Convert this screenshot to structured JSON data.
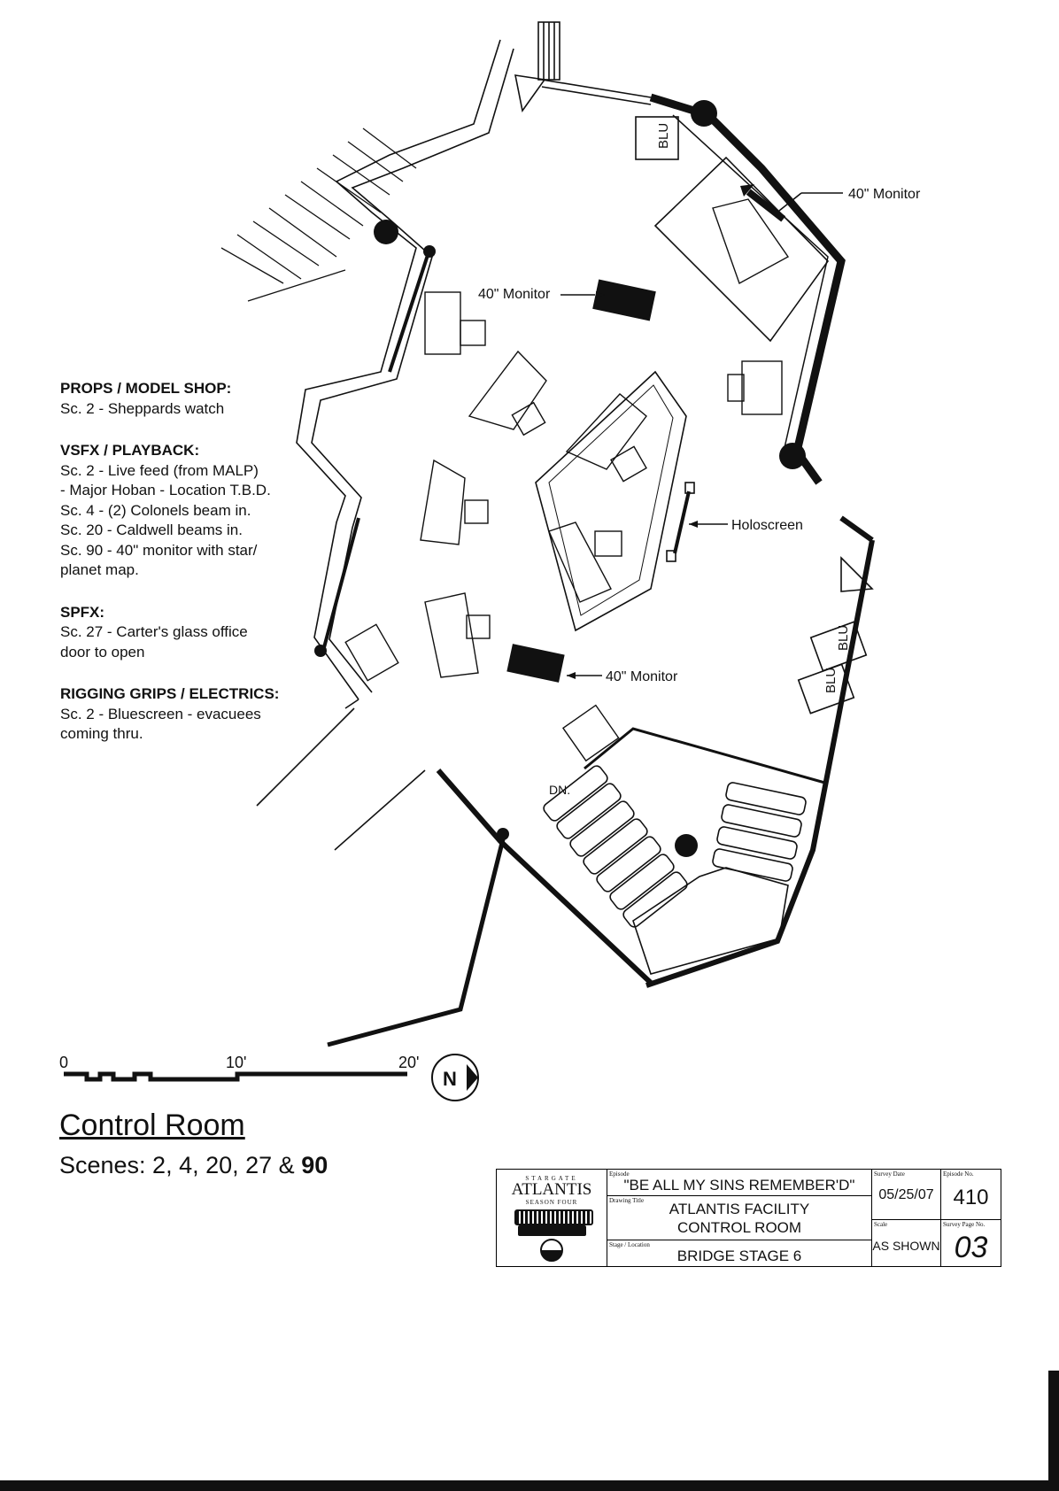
{
  "drawing": {
    "labels": {
      "monitor_top": "40\" Monitor",
      "monitor_right": "40\" Monitor",
      "monitor_bottom": "40\" Monitor",
      "holoscreen": "Holoscreen",
      "stairs_dn": "DN.",
      "blu_top": "BLU",
      "blu_right_upper": "BLU",
      "blu_right_lower": "BLU"
    }
  },
  "notes": [
    {
      "heading": "PROPS / MODEL SHOP:",
      "lines": [
        "Sc. 2 - Sheppards watch"
      ]
    },
    {
      "heading": "VSFX / PLAYBACK:",
      "lines": [
        "Sc. 2 - Live feed (from MALP)",
        "- Major Hoban - Location T.B.D.",
        "Sc. 4 - (2) Colonels beam in.",
        "Sc. 20 - Caldwell beams in.",
        "Sc. 90 - 40\" monitor with star/",
        "planet map."
      ]
    },
    {
      "heading": "SPFX:",
      "lines": [
        "Sc. 27 - Carter's glass office",
        "door to open"
      ]
    },
    {
      "heading": "RIGGING GRIPS / ELECTRICS:",
      "lines": [
        "Sc. 2 - Bluescreen - evacuees",
        "coming thru."
      ]
    }
  ],
  "scale_bar": {
    "zero": "0",
    "mid": "10'",
    "end": "20'"
  },
  "north_arrow": {
    "letter": "N"
  },
  "title": "Control Room",
  "scenes": {
    "prefix": "Scenes: 2, 4, 20, 27 & ",
    "last": "90"
  },
  "title_block": {
    "logo": {
      "top": "STARGATE",
      "main": "ATLANTIS",
      "sub": "SEASON FOUR"
    },
    "episode_label": "Episode",
    "episode": "\"BE ALL MY SINS REMEMBER'D\"",
    "drawing_title_label": "Drawing Title",
    "drawing_title_1": "ATLANTIS FACILITY",
    "drawing_title_2": "CONTROL ROOM",
    "stage_label": "Stage / Location",
    "stage": "BRIDGE STAGE 6",
    "survey_date_label": "Survey Date",
    "survey_date": "05/25/07",
    "episode_no_label": "Episode No.",
    "episode_no": "410",
    "scale_label": "Scale",
    "scale": "AS SHOWN",
    "page_no_label": "Survey Page No.",
    "page_no": "03"
  }
}
